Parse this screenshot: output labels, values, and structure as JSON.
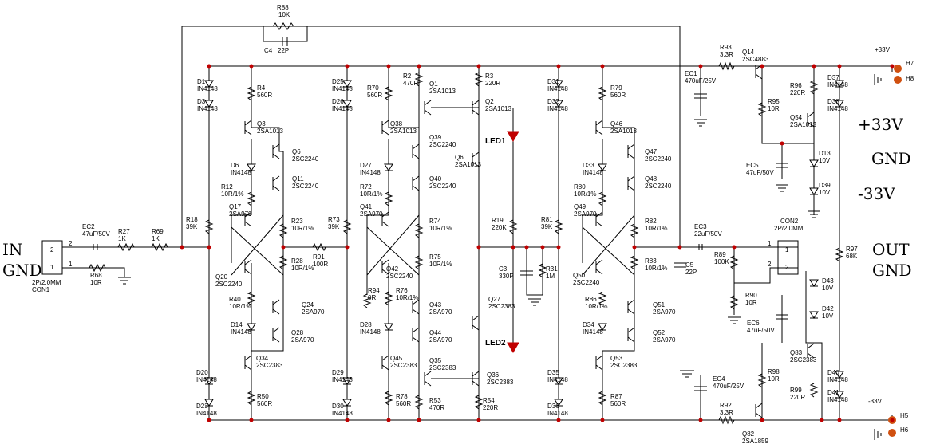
{
  "io": {
    "in": "IN",
    "gnd_in": "GND",
    "out": "OUT",
    "gnd_out": "GND",
    "pos33": "+33V",
    "gnd": "GND",
    "neg33": "-33V",
    "vpos": "+33V",
    "vneg": "-33V",
    "h7": "H7",
    "h8": "H8",
    "h5": "H5",
    "h6": "H6"
  },
  "con1": {
    "name": "CON1",
    "type": "2P/2.0MM",
    "pin1": "1",
    "pin2": "2",
    "box1": "1",
    "box2": "2"
  },
  "con2": {
    "name": "CON2",
    "type": "2P/2.0MM",
    "pin1": "1",
    "pin2": "2",
    "box1": "1",
    "box2": "2"
  },
  "feedback": {
    "r88": "R88",
    "r88v": "10K",
    "c4": "C4",
    "c4v": "22P"
  },
  "leds": {
    "led1": "LED1",
    "led2": "LED2"
  },
  "parts": [
    {
      "ref": "EC2",
      "val": "47uF/50V"
    },
    {
      "ref": "R27",
      "val": "1K"
    },
    {
      "ref": "R69",
      "val": "1K"
    },
    {
      "ref": "R68",
      "val": "10R"
    },
    {
      "ref": "R18",
      "val": "39K"
    },
    {
      "ref": "R73",
      "val": "39K"
    },
    {
      "ref": "R81",
      "val": "39K"
    },
    {
      "ref": "D1",
      "val": "IN4148"
    },
    {
      "ref": "D3",
      "val": "IN4148"
    },
    {
      "ref": "D25",
      "val": "IN4148"
    },
    {
      "ref": "D26",
      "val": "IN4148"
    },
    {
      "ref": "D31",
      "val": "IN4148"
    },
    {
      "ref": "D32",
      "val": "IN4148"
    },
    {
      "ref": "R4",
      "val": "560R"
    },
    {
      "ref": "R70",
      "val": "560R"
    },
    {
      "ref": "R79",
      "val": "560R"
    },
    {
      "ref": "R2",
      "val": "470R"
    },
    {
      "ref": "R3",
      "val": "220R"
    },
    {
      "ref": "Q1",
      "val": "2SA1013"
    },
    {
      "ref": "Q2",
      "val": "2SA1013"
    },
    {
      "ref": "Q3",
      "val": "2SA1013"
    },
    {
      "ref": "Q38",
      "val": "2SA1013"
    },
    {
      "ref": "Q46",
      "val": "2SA1013"
    },
    {
      "ref": "Q6",
      "val": "2SC2240"
    },
    {
      "ref": "Q11",
      "val": "2SC2240"
    },
    {
      "ref": "Q39",
      "val": "2SC2240"
    },
    {
      "ref": "Q40",
      "val": "2SC2240"
    },
    {
      "ref": "Q47",
      "val": "2SC2240"
    },
    {
      "ref": "Q48",
      "val": "2SC2240"
    },
    {
      "ref": "D6",
      "val": "IN4148"
    },
    {
      "ref": "D27",
      "val": "IN4148"
    },
    {
      "ref": "D33",
      "val": "IN4148"
    },
    {
      "ref": "R12",
      "val": "10R/1%"
    },
    {
      "ref": "R72",
      "val": "10R/1%"
    },
    {
      "ref": "R80",
      "val": "10R/1%"
    },
    {
      "ref": "Q17",
      "val": "2SA970"
    },
    {
      "ref": "Q41",
      "val": "2SA970"
    },
    {
      "ref": "Q49",
      "val": "2SA970"
    },
    {
      "ref": "R23",
      "val": "10R/1%"
    },
    {
      "ref": "R74",
      "val": "10R/1%"
    },
    {
      "ref": "R82",
      "val": "10R/1%"
    },
    {
      "ref": "R28",
      "val": "10R/1%"
    },
    {
      "ref": "R75",
      "val": "10R/1%"
    },
    {
      "ref": "R83",
      "val": "10R/1%"
    },
    {
      "ref": "R91",
      "val": "100R"
    },
    {
      "ref": "R19",
      "val": "220K"
    },
    {
      "ref": "C3",
      "val": "330P"
    },
    {
      "ref": "R31",
      "val": "1M"
    },
    {
      "ref": "Q20",
      "val": "2SC2240"
    },
    {
      "ref": "Q42",
      "val": "2SC2240"
    },
    {
      "ref": "Q50",
      "val": "2SC2240"
    },
    {
      "ref": "R94",
      "val": "0R"
    },
    {
      "ref": "R40",
      "val": "10R/1%"
    },
    {
      "ref": "R76",
      "val": "10R/1%"
    },
    {
      "ref": "R86",
      "val": "10R/1%"
    },
    {
      "ref": "Q24",
      "val": "2SA970"
    },
    {
      "ref": "Q28",
      "val": "2SA970"
    },
    {
      "ref": "Q43",
      "val": "2SA970"
    },
    {
      "ref": "Q44",
      "val": "2SA970"
    },
    {
      "ref": "Q51",
      "val": "2SA970"
    },
    {
      "ref": "Q52",
      "val": "2SA970"
    },
    {
      "ref": "D14",
      "val": "IN4148"
    },
    {
      "ref": "D28",
      "val": "IN4148"
    },
    {
      "ref": "D34",
      "val": "IN4148"
    },
    {
      "ref": "Q6",
      "val": "2SA1013"
    },
    {
      "ref": "Q27",
      "val": "2SC2383"
    },
    {
      "ref": "Q36",
      "val": "2SC2383"
    },
    {
      "ref": "Q35",
      "val": "2SC2383"
    },
    {
      "ref": "Q34",
      "val": "2SC2383"
    },
    {
      "ref": "Q45",
      "val": "2SC2383"
    },
    {
      "ref": "Q53",
      "val": "2SC2383"
    },
    {
      "ref": "R50",
      "val": "560R"
    },
    {
      "ref": "R78",
      "val": "560R"
    },
    {
      "ref": "R87",
      "val": "560R"
    },
    {
      "ref": "R53",
      "val": "470R"
    },
    {
      "ref": "R54",
      "val": "220R"
    },
    {
      "ref": "D20",
      "val": "IN4148"
    },
    {
      "ref": "D23",
      "val": "IN4148"
    },
    {
      "ref": "D29",
      "val": "IN4148"
    },
    {
      "ref": "D30",
      "val": "IN4148"
    },
    {
      "ref": "D35",
      "val": "IN4148"
    },
    {
      "ref": "D36",
      "val": "IN4148"
    },
    {
      "ref": "EC3",
      "val": "22uF/50V"
    },
    {
      "ref": "C5",
      "val": "22P"
    },
    {
      "ref": "R89",
      "val": "100K"
    },
    {
      "ref": "R90",
      "val": "10R"
    },
    {
      "ref": "R93",
      "val": "3.3R"
    },
    {
      "ref": "Q14",
      "val": "2SC4883"
    },
    {
      "ref": "EC1",
      "val": "470uF/25V"
    },
    {
      "ref": "R95",
      "val": "10R"
    },
    {
      "ref": "EC5",
      "val": "47uF/50V"
    },
    {
      "ref": "R96",
      "val": "220R"
    },
    {
      "ref": "Q54",
      "val": "2SA1013"
    },
    {
      "ref": "D37",
      "val": "IN4148"
    },
    {
      "ref": "D38",
      "val": "IN4148"
    },
    {
      "ref": "D13",
      "val": "10V"
    },
    {
      "ref": "D39",
      "val": "10V"
    },
    {
      "ref": "R97",
      "val": "68K"
    },
    {
      "ref": "D43",
      "val": "10V"
    },
    {
      "ref": "D42",
      "val": "10V"
    },
    {
      "ref": "EC6",
      "val": "47uF/50V"
    },
    {
      "ref": "Q83",
      "val": "2SC2383"
    },
    {
      "ref": "R98",
      "val": "10R"
    },
    {
      "ref": "R99",
      "val": "220R"
    },
    {
      "ref": "D40",
      "val": "IN4148"
    },
    {
      "ref": "D41",
      "val": "IN4148"
    },
    {
      "ref": "EC4",
      "val": "470uF/25V"
    },
    {
      "ref": "R92",
      "val": "3.3R"
    },
    {
      "ref": "Q82",
      "val": "2SA1859"
    }
  ]
}
